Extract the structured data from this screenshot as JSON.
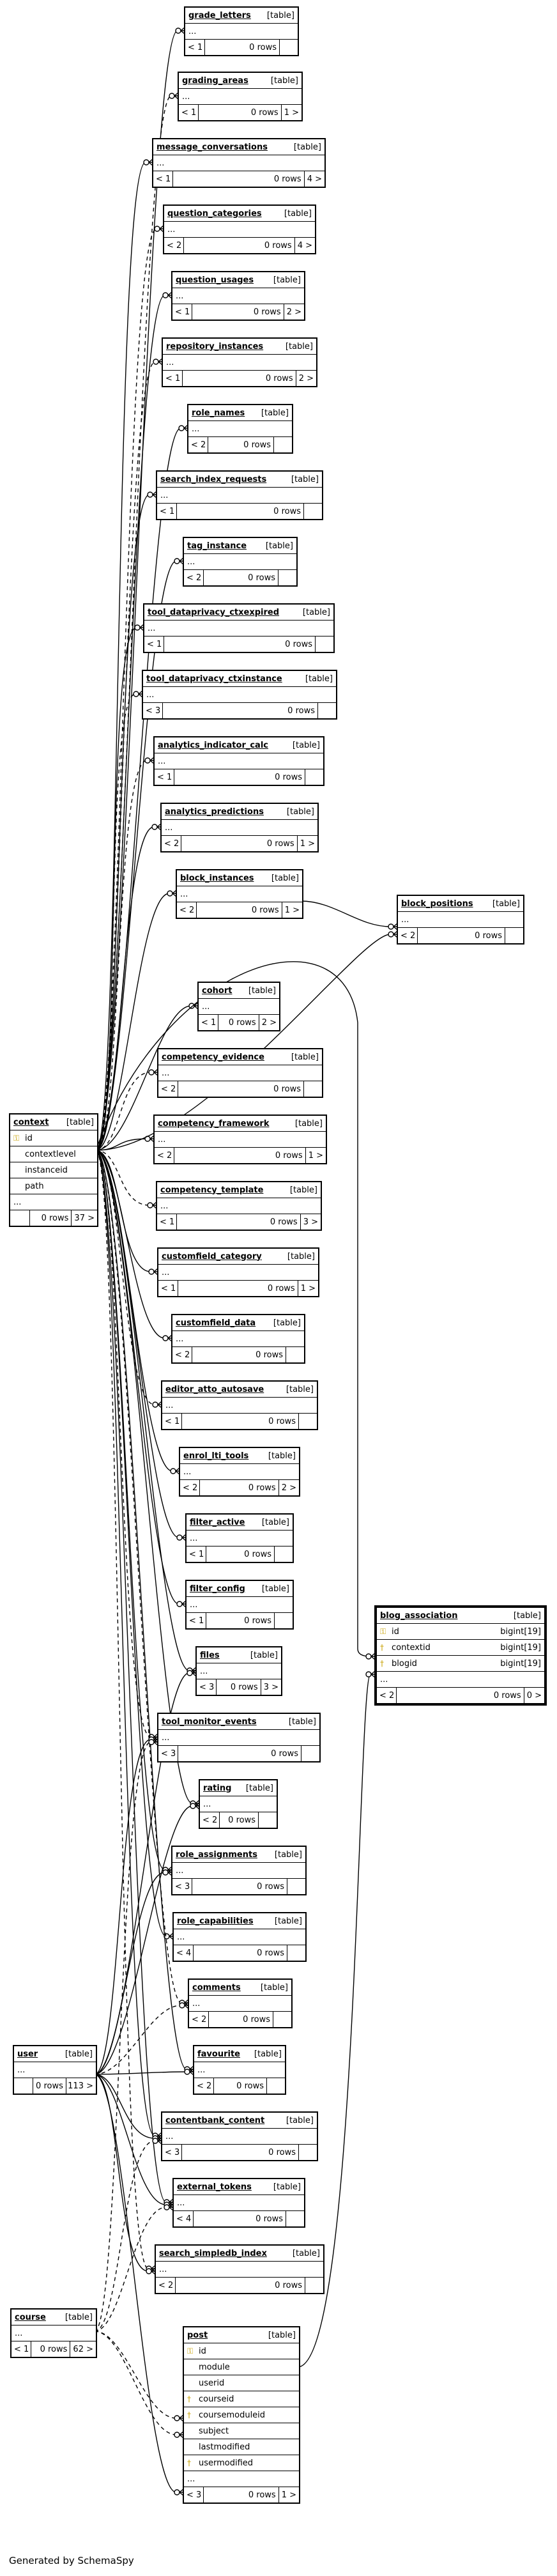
{
  "labels": {
    "table": "[table]",
    "ellipsis": "...",
    "prev": "<",
    "next": ">",
    "rows_suffix": "rows"
  },
  "footer": "Generated by SchemaSpy",
  "tables": [
    {
      "id": "grade_letters",
      "name": "grade_letters",
      "prev": "1",
      "rows": "0",
      "next": ""
    },
    {
      "id": "grading_areas",
      "name": "grading_areas",
      "prev": "1",
      "rows": "0",
      "next": "1"
    },
    {
      "id": "message_conversations",
      "name": "message_conversations",
      "prev": "1",
      "rows": "0",
      "next": "4"
    },
    {
      "id": "question_categories",
      "name": "question_categories",
      "prev": "2",
      "rows": "0",
      "next": "4"
    },
    {
      "id": "question_usages",
      "name": "question_usages",
      "prev": "1",
      "rows": "0",
      "next": "2"
    },
    {
      "id": "repository_instances",
      "name": "repository_instances",
      "prev": "1",
      "rows": "0",
      "next": "2"
    },
    {
      "id": "role_names",
      "name": "role_names",
      "prev": "2",
      "rows": "0",
      "next": ""
    },
    {
      "id": "search_index_requests",
      "name": "search_index_requests",
      "prev": "1",
      "rows": "0",
      "next": ""
    },
    {
      "id": "tag_instance",
      "name": "tag_instance",
      "prev": "2",
      "rows": "0",
      "next": ""
    },
    {
      "id": "tool_dataprivacy_ctxexpired",
      "name": "tool_dataprivacy_ctxexpired",
      "prev": "1",
      "rows": "0",
      "next": ""
    },
    {
      "id": "tool_dataprivacy_ctxinstance",
      "name": "tool_dataprivacy_ctxinstance",
      "prev": "3",
      "rows": "0",
      "next": ""
    },
    {
      "id": "analytics_indicator_calc",
      "name": "analytics_indicator_calc",
      "prev": "1",
      "rows": "0",
      "next": ""
    },
    {
      "id": "analytics_predictions",
      "name": "analytics_predictions",
      "prev": "2",
      "rows": "0",
      "next": "1"
    },
    {
      "id": "block_instances",
      "name": "block_instances",
      "prev": "2",
      "rows": "0",
      "next": "1"
    },
    {
      "id": "block_positions",
      "name": "block_positions",
      "prev": "2",
      "rows": "0",
      "next": ""
    },
    {
      "id": "cohort",
      "name": "cohort",
      "prev": "1",
      "rows": "0",
      "next": "2"
    },
    {
      "id": "competency_evidence",
      "name": "competency_evidence",
      "prev": "2",
      "rows": "0",
      "next": ""
    },
    {
      "id": "competency_framework",
      "name": "competency_framework",
      "prev": "2",
      "rows": "0",
      "next": "1"
    },
    {
      "id": "competency_template",
      "name": "competency_template",
      "prev": "1",
      "rows": "0",
      "next": "3"
    },
    {
      "id": "customfield_category",
      "name": "customfield_category",
      "prev": "1",
      "rows": "0",
      "next": "1"
    },
    {
      "id": "customfield_data",
      "name": "customfield_data",
      "prev": "2",
      "rows": "0",
      "next": ""
    },
    {
      "id": "editor_atto_autosave",
      "name": "editor_atto_autosave",
      "prev": "1",
      "rows": "0",
      "next": ""
    },
    {
      "id": "enrol_lti_tools",
      "name": "enrol_lti_tools",
      "prev": "2",
      "rows": "0",
      "next": "2"
    },
    {
      "id": "filter_active",
      "name": "filter_active",
      "prev": "1",
      "rows": "0",
      "next": ""
    },
    {
      "id": "filter_config",
      "name": "filter_config",
      "prev": "1",
      "rows": "0",
      "next": ""
    },
    {
      "id": "files",
      "name": "files",
      "prev": "3",
      "rows": "0",
      "next": "3"
    },
    {
      "id": "tool_monitor_events",
      "name": "tool_monitor_events",
      "prev": "3",
      "rows": "0",
      "next": ""
    },
    {
      "id": "rating",
      "name": "rating",
      "prev": "2",
      "rows": "0",
      "next": ""
    },
    {
      "id": "role_assignments",
      "name": "role_assignments",
      "prev": "3",
      "rows": "0",
      "next": ""
    },
    {
      "id": "role_capabilities",
      "name": "role_capabilities",
      "prev": "4",
      "rows": "0",
      "next": ""
    },
    {
      "id": "comments",
      "name": "comments",
      "prev": "2",
      "rows": "0",
      "next": ""
    },
    {
      "id": "favourite",
      "name": "favourite",
      "prev": "2",
      "rows": "0",
      "next": ""
    },
    {
      "id": "contentbank_content",
      "name": "contentbank_content",
      "prev": "3",
      "rows": "0",
      "next": ""
    },
    {
      "id": "external_tokens",
      "name": "external_tokens",
      "prev": "4",
      "rows": "0",
      "next": ""
    },
    {
      "id": "search_simpledb_index",
      "name": "search_simpledb_index",
      "prev": "2",
      "rows": "0",
      "next": ""
    },
    {
      "id": "context",
      "name": "context",
      "prev": "",
      "rows": "0",
      "next": "37",
      "columns": [
        {
          "name": "id",
          "pk": true
        },
        {
          "name": "contextlevel"
        },
        {
          "name": "instanceid"
        },
        {
          "name": "path"
        }
      ]
    },
    {
      "id": "user",
      "name": "user",
      "prev": "",
      "rows": "0",
      "next": "113"
    },
    {
      "id": "course",
      "name": "course",
      "prev": "1",
      "rows": "0",
      "next": "62"
    },
    {
      "id": "post",
      "name": "post",
      "prev": "3",
      "rows": "0",
      "next": "1",
      "columns": [
        {
          "name": "id",
          "pk": true
        },
        {
          "name": "module"
        },
        {
          "name": "userid"
        },
        {
          "name": "courseid",
          "fk": true
        },
        {
          "name": "coursemoduleid",
          "fk": true
        },
        {
          "name": "subject"
        },
        {
          "name": "lastmodified"
        },
        {
          "name": "usermodified",
          "fk": true
        }
      ]
    },
    {
      "id": "blog_association",
      "name": "blog_association",
      "prev": "2",
      "rows": "0",
      "next": "0",
      "focus": true,
      "columns": [
        {
          "name": "id",
          "pk": true,
          "type": "bigint[19]"
        },
        {
          "name": "contextid",
          "fk": true,
          "type": "bigint[19]"
        },
        {
          "name": "blogid",
          "fk": true,
          "type": "bigint[19]"
        }
      ]
    }
  ]
}
